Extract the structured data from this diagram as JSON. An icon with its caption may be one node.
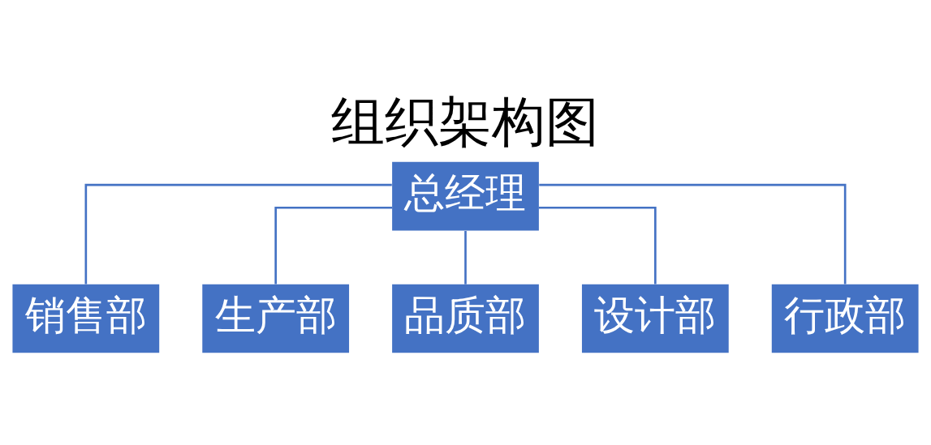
{
  "diagram": {
    "title": "组织架构图",
    "nodes": [
      {
        "text": [
          "总经理"
        ]
      },
      {
        "text": [
          "销售部"
        ]
      },
      {
        "text": [
          "生产部"
        ]
      },
      {
        "text": [
          "品质部"
        ]
      },
      {
        "text": [
          "设计部"
        ]
      },
      {
        "text": [
          "行政部"
        ]
      }
    ],
    "edges": [
      {
        "from": 0,
        "to": 1,
        "arrow": "none"
      },
      {
        "from": 0,
        "to": 2,
        "arrow": "none"
      },
      {
        "from": 0,
        "to": 3,
        "arrow": "none"
      },
      {
        "from": 0,
        "to": 4,
        "arrow": "none"
      },
      {
        "from": 0,
        "to": 5,
        "arrow": "none"
      }
    ]
  }
}
